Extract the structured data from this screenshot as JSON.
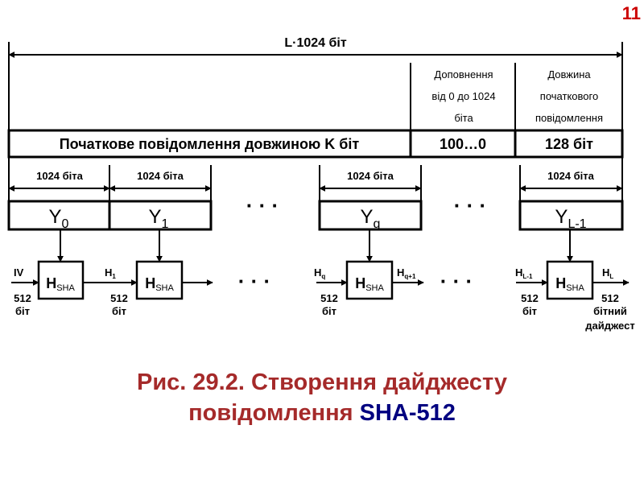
{
  "slide_number": "11",
  "total_length": "L·1024 біт",
  "padding_header": [
    "Доповнення",
    "від 0 до 1024",
    "біта"
  ],
  "length_header": [
    "Довжина",
    "початкового",
    "повідомлення"
  ],
  "message_label": "Початкове повідомлення довжиною K біт",
  "padding_value": "100…0",
  "length_value": "128 біт",
  "block_size_label": "1024 біта",
  "ellipsis": "· · ·",
  "blocks": [
    {
      "base": "Y",
      "sub": "0"
    },
    {
      "base": "Y",
      "sub": "1"
    },
    {
      "base": "Y",
      "sub": "q"
    },
    {
      "base": "Y",
      "sub": "L-1"
    }
  ],
  "hash_box": {
    "base": "H",
    "sub": "SHA"
  },
  "chain_labels": [
    {
      "base": "IV",
      "sub": ""
    },
    {
      "base": "H",
      "sub": "1"
    },
    {
      "base": "H",
      "sub": "q"
    },
    {
      "base": "H",
      "sub": "q+1"
    },
    {
      "base": "H",
      "sub": "L-1"
    },
    {
      "base": "H",
      "sub": "L"
    }
  ],
  "bits_value": "512",
  "bits_unit": "біт",
  "bitny": "бітний",
  "digest_word": "дайджест",
  "caption": {
    "line1": "Рис. 29.2. Створення дайджесту",
    "line2_prefix": "повідомлення ",
    "line2_highlight": "SHA-512"
  },
  "colors": {
    "number": "#cc0000",
    "caption": "#a52a2a",
    "highlight": "#000080"
  }
}
